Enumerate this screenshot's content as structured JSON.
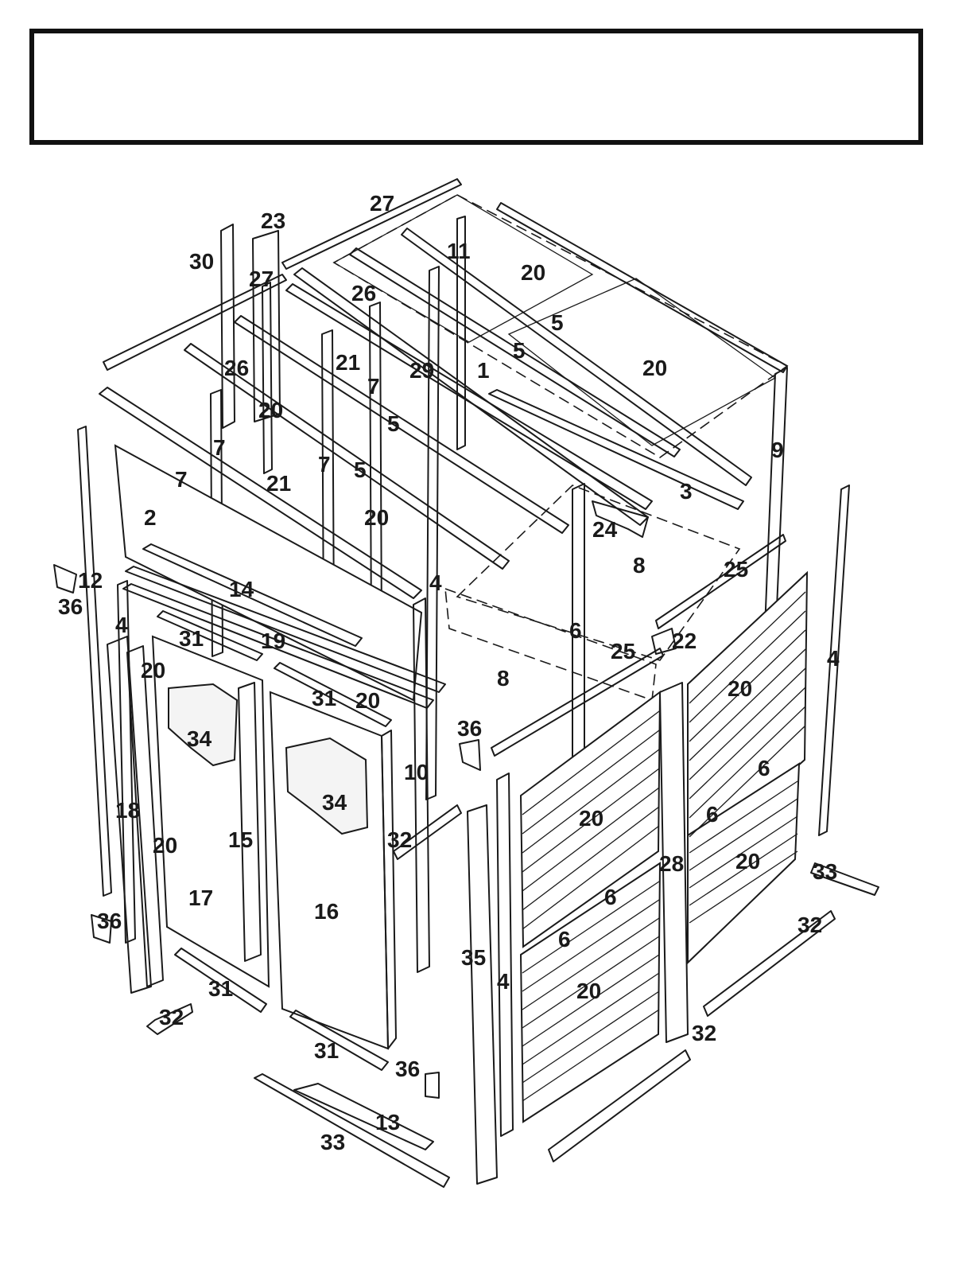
{
  "header": {
    "title": ""
  },
  "callouts": [
    {
      "id": "c27a",
      "text": "27"
    },
    {
      "id": "c23",
      "text": "23"
    },
    {
      "id": "c30",
      "text": "30"
    },
    {
      "id": "c11",
      "text": "11"
    },
    {
      "id": "c20a",
      "text": "20"
    },
    {
      "id": "c27b",
      "text": "27"
    },
    {
      "id": "c26a",
      "text": "26"
    },
    {
      "id": "c5a",
      "text": "5"
    },
    {
      "id": "c5b",
      "text": "5"
    },
    {
      "id": "c20b",
      "text": "20"
    },
    {
      "id": "c26b",
      "text": "26"
    },
    {
      "id": "c21a",
      "text": "21"
    },
    {
      "id": "c7a",
      "text": "7"
    },
    {
      "id": "c29",
      "text": "29"
    },
    {
      "id": "c1",
      "text": "1"
    },
    {
      "id": "c20c",
      "text": "20"
    },
    {
      "id": "c5c",
      "text": "5"
    },
    {
      "id": "c9",
      "text": "9"
    },
    {
      "id": "c7b",
      "text": "7"
    },
    {
      "id": "c7c",
      "text": "7"
    },
    {
      "id": "c21b",
      "text": "21"
    },
    {
      "id": "c5d",
      "text": "5"
    },
    {
      "id": "c3",
      "text": "3"
    },
    {
      "id": "c7d",
      "text": "7"
    },
    {
      "id": "c2",
      "text": "2"
    },
    {
      "id": "c20d",
      "text": "20"
    },
    {
      "id": "c24",
      "text": "24"
    },
    {
      "id": "c8a",
      "text": "8"
    },
    {
      "id": "c25a",
      "text": "25"
    },
    {
      "id": "c12",
      "text": "12"
    },
    {
      "id": "c36a",
      "text": "36"
    },
    {
      "id": "c14",
      "text": "14"
    },
    {
      "id": "c4a",
      "text": "4"
    },
    {
      "id": "c4b",
      "text": "4"
    },
    {
      "id": "c6a",
      "text": "6"
    },
    {
      "id": "c25b",
      "text": "25"
    },
    {
      "id": "c22",
      "text": "22"
    },
    {
      "id": "c4c",
      "text": "4"
    },
    {
      "id": "c31a",
      "text": "31"
    },
    {
      "id": "c19",
      "text": "19"
    },
    {
      "id": "c20e",
      "text": "20"
    },
    {
      "id": "c8b",
      "text": "8"
    },
    {
      "id": "c20f",
      "text": "20"
    },
    {
      "id": "c31b",
      "text": "31"
    },
    {
      "id": "c20g",
      "text": "20"
    },
    {
      "id": "c34a",
      "text": "34"
    },
    {
      "id": "c36b",
      "text": "36"
    },
    {
      "id": "c10",
      "text": "10"
    },
    {
      "id": "c6b",
      "text": "6"
    },
    {
      "id": "c18",
      "text": "18"
    },
    {
      "id": "c34b",
      "text": "34"
    },
    {
      "id": "c20h",
      "text": "20"
    },
    {
      "id": "c6c",
      "text": "6"
    },
    {
      "id": "c20i",
      "text": "20"
    },
    {
      "id": "c15",
      "text": "15"
    },
    {
      "id": "c32a",
      "text": "32"
    },
    {
      "id": "c28",
      "text": "28"
    },
    {
      "id": "c20j",
      "text": "20"
    },
    {
      "id": "c33a",
      "text": "33"
    },
    {
      "id": "c17",
      "text": "17"
    },
    {
      "id": "c16",
      "text": "16"
    },
    {
      "id": "c6d",
      "text": "6"
    },
    {
      "id": "c36c",
      "text": "36"
    },
    {
      "id": "c32b",
      "text": "32"
    },
    {
      "id": "c6e",
      "text": "6"
    },
    {
      "id": "c35",
      "text": "35"
    },
    {
      "id": "c4d",
      "text": "4"
    },
    {
      "id": "c20k",
      "text": "20"
    },
    {
      "id": "c31c",
      "text": "31"
    },
    {
      "id": "c32c",
      "text": "32"
    },
    {
      "id": "c32d",
      "text": "32"
    },
    {
      "id": "c31d",
      "text": "31"
    },
    {
      "id": "c36d",
      "text": "36"
    },
    {
      "id": "c13",
      "text": "13"
    },
    {
      "id": "c33b",
      "text": "33"
    }
  ]
}
